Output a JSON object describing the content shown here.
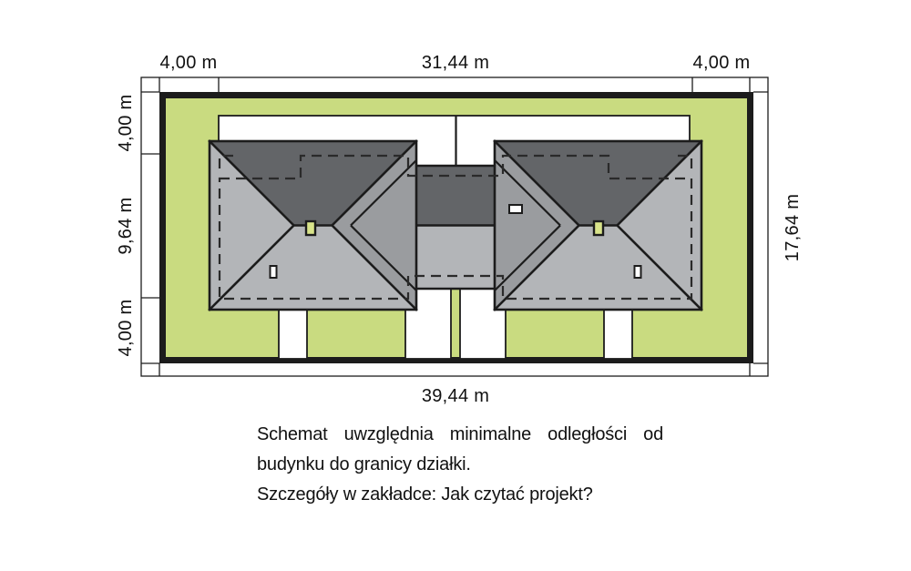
{
  "dimensions": {
    "top_left_setback": "4,00 m",
    "top_building_width": "31,44 m",
    "top_right_setback": "4,00 m",
    "left_top_setback": "4,00 m",
    "left_building_depth": "9,64 m",
    "left_bottom_setback": "4,00 m",
    "right_plot_depth": "17,64 m",
    "bottom_plot_width": "39,44 m"
  },
  "caption": {
    "line1": "Schemat uwzględnia minimalne odległości od",
    "line2": "budynku do granicy działki.",
    "line3": "Szczegóły w zakładce: Jak czytać projekt?"
  },
  "colors": {
    "plot_green": "#c9db80",
    "roof_dark": "#636568",
    "roof_light": "#b3b5b8",
    "roof_side": "#9a9c9f",
    "chimney_yellow": "#d9e48a",
    "line_black": "#1c1c1c"
  }
}
